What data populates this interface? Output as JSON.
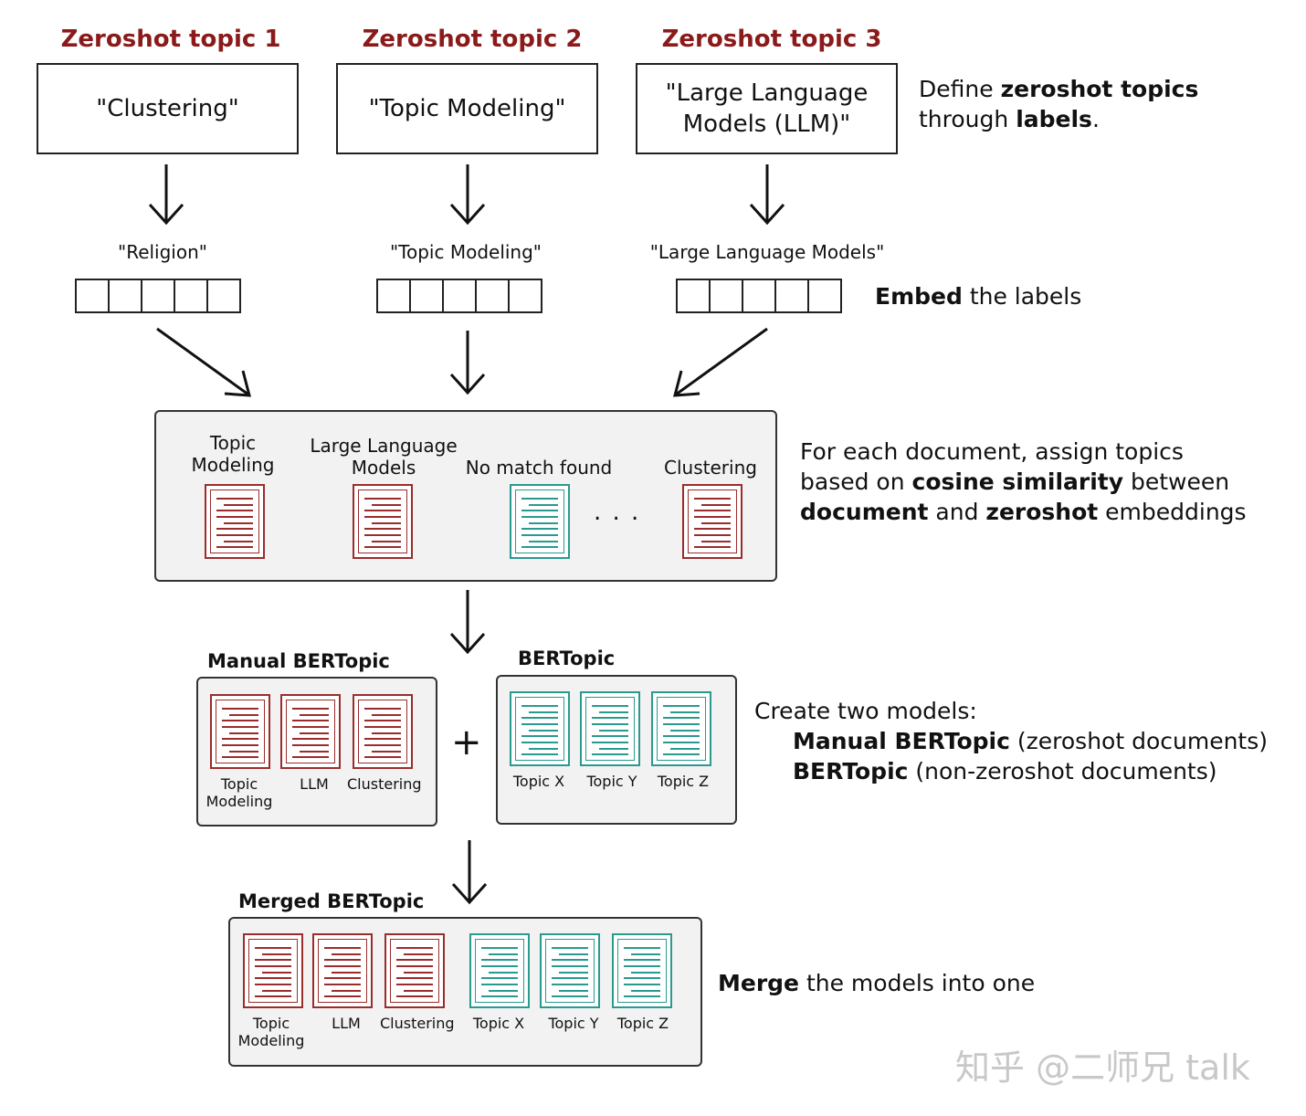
{
  "topics": [
    {
      "title": "Zeroshot topic 1",
      "label_line1": "\"Clustering\"",
      "label_line2": ""
    },
    {
      "title": "Zeroshot topic 2",
      "label_line1": "\"Topic Modeling\"",
      "label_line2": ""
    },
    {
      "title": "Zeroshot topic 3",
      "label_line1": "\"Large Language",
      "label_line2": "Models (LLM)\""
    }
  ],
  "embeddings": [
    {
      "label": "\"Religion\""
    },
    {
      "label": "\"Topic Modeling\""
    },
    {
      "label": "\"Large Language Models\""
    }
  ],
  "notes": {
    "define": {
      "p1": "Define ",
      "b1": "zeroshot topics",
      "p2": "through ",
      "b2": "labels",
      "p3": "."
    },
    "embed": {
      "b1": "Embed",
      "p1": " the labels"
    },
    "assign": {
      "p1": "For each document, assign topics",
      "p2": "based on ",
      "b1": "cosine similarity",
      "p3": " between",
      "b2": "document",
      "p4": " and ",
      "b3": "zeroshot",
      "p5": " embeddings"
    },
    "create": {
      "p1": "Create two models:",
      "b1": "Manual BERTopic",
      "p2": " (zeroshot documents)",
      "b2": "BERTopic",
      "p3": " (non-zeroshot documents)"
    },
    "merge": {
      "b1": "Merge",
      "p1": " the models into one"
    }
  },
  "assign_panel": {
    "docs": [
      {
        "cap1": "Topic",
        "cap2": "Modeling",
        "color": "red"
      },
      {
        "cap1": "Large Language",
        "cap2": "Models",
        "color": "red"
      },
      {
        "cap1": "No match found",
        "cap2": "",
        "color": "teal"
      },
      {
        "cap1": "Clustering",
        "cap2": "",
        "color": "red"
      }
    ],
    "ellipsis": ". . ."
  },
  "manual_panel": {
    "title": "Manual BERTopic",
    "docs": [
      {
        "cap1": "Topic",
        "cap2": "Modeling",
        "color": "red"
      },
      {
        "cap1": "LLM",
        "cap2": "",
        "color": "red"
      },
      {
        "cap1": "Clustering",
        "cap2": "",
        "color": "red"
      }
    ]
  },
  "plus": "+",
  "bertopic_panel": {
    "title": "BERTopic",
    "docs": [
      {
        "cap1": "Topic X",
        "cap2": "",
        "color": "teal"
      },
      {
        "cap1": "Topic Y",
        "cap2": "",
        "color": "teal"
      },
      {
        "cap1": "Topic Z",
        "cap2": "",
        "color": "teal"
      }
    ]
  },
  "merged_panel": {
    "title": "Merged BERTopic",
    "docs": [
      {
        "cap1": "Topic",
        "cap2": "Modeling",
        "color": "red"
      },
      {
        "cap1": "LLM",
        "cap2": "",
        "color": "red"
      },
      {
        "cap1": "Clustering",
        "cap2": "",
        "color": "red"
      },
      {
        "cap1": "Topic X",
        "cap2": "",
        "color": "teal"
      },
      {
        "cap1": "Topic Y",
        "cap2": "",
        "color": "teal"
      },
      {
        "cap1": "Topic Z",
        "cap2": "",
        "color": "teal"
      }
    ]
  },
  "watermark": "知乎 @二师兄 talk",
  "colors": {
    "red": "#9b2c2c",
    "teal": "#2a9a8f",
    "title_red": "#8b1a1a"
  }
}
